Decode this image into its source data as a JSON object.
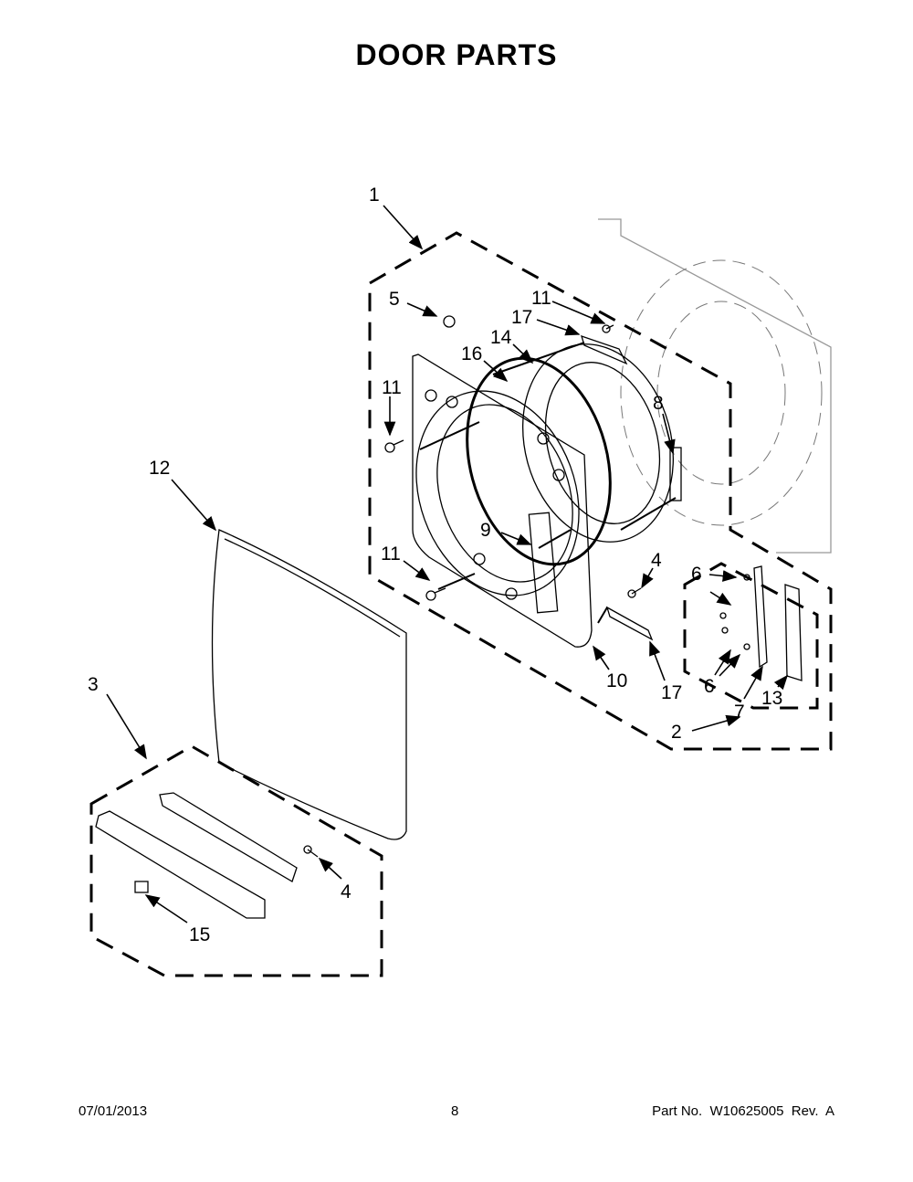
{
  "title": "DOOR PARTS",
  "callouts": {
    "c1": "1",
    "c2": "2",
    "c3": "3",
    "c4a": "4",
    "c4b": "4",
    "c5": "5",
    "c6a": "6",
    "c6b": "6",
    "c7": "7",
    "c8": "8",
    "c9": "9",
    "c10": "10",
    "c11a": "11",
    "c11b": "11",
    "c11c": "11",
    "c12": "12",
    "c13": "13",
    "c14": "14",
    "c15": "15",
    "c16": "16",
    "c17a": "17",
    "c17b": "17"
  },
  "footer": {
    "date": "07/01/2013",
    "page": "8",
    "part": "Part No.  W10625005  Rev.  A"
  }
}
